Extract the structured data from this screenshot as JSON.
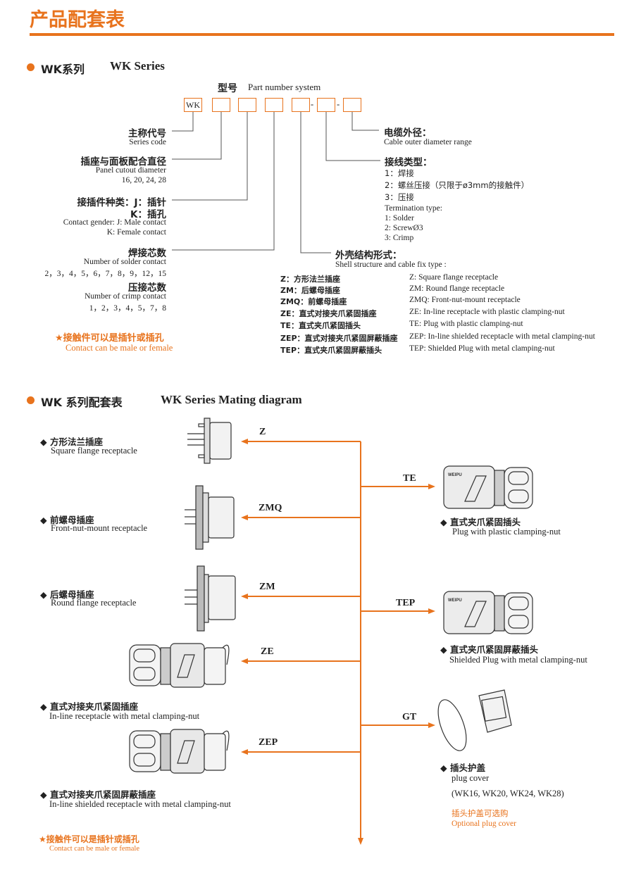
{
  "header": {
    "title": "产品配套表"
  },
  "part_section": {
    "title_zh": "WK系列",
    "title_en": "WK Series",
    "pn_title_zh": "型号",
    "pn_title_en": "Part number system",
    "box_first": "WK",
    "box_dashes": [
      "-",
      "-"
    ],
    "series_code": {
      "zh": "主称代号",
      "en": "Series code"
    },
    "panel_cutout": {
      "zh": "插座与面板配合直径",
      "en": "Panel cutout diameter",
      "values": "16, 20, 24, 28"
    },
    "gender": {
      "zh1": "接插件种类：J：插针",
      "zh2": "K：插孔",
      "en1": "Contact gender: J: Male contact",
      "en2": "K: Female contact"
    },
    "solder": {
      "zh": "焊接芯数",
      "en": "Number of solder contact",
      "values": "2，3，4，5，6，7，8，9，12，15"
    },
    "crimp": {
      "zh": "压接芯数",
      "en": "Number of crimp contact",
      "values": "1，2，3，4，5，7，8"
    },
    "note": {
      "zh": "★接触件可以是插针或插孔",
      "en": "Contact can be male or female"
    },
    "cable": {
      "zh": "电缆外径：",
      "en": "Cable outer diameter range"
    },
    "termination": {
      "zh": "接线类型：",
      "zh_items": [
        "1：焊接",
        "2：螺丝压接（只限于ø3mm的接触件）",
        "3：压接"
      ],
      "en_title": "Termination type:",
      "en_items": [
        "1: Solder",
        "2: ScrewØ3",
        "3: Crimp"
      ]
    },
    "shell": {
      "zh": "外壳结构形式：",
      "en": "Shell structure and  cable fix type :",
      "rows": [
        {
          "zh": "Z：方形法兰插座",
          "en": "Z: Square flange receptacle"
        },
        {
          "zh": "ZM：后螺母插座",
          "en": "ZM: Round flange receptacle"
        },
        {
          "zh": "ZMQ：前螺母插座",
          "en": "ZMQ: Front-nut-mount receptacle"
        },
        {
          "zh": "ZE：直式对接夹爪紧固插座",
          "en": "ZE: In-line receptacle with plastic clamping-nut"
        },
        {
          "zh": "TE：直式夹爪紧固插头",
          "en": "TE: Plug with plastic clamping-nut"
        },
        {
          "zh": "ZEP：直式对接夹爪紧固屏蔽插座",
          "en": "ZEP: In-line shielded receptacle with metal clamping-nut"
        },
        {
          "zh": "TEP：直式夹爪紧固屏蔽插头",
          "en": "TEP: Shielded Plug with metal clamping-nut"
        }
      ]
    }
  },
  "mating_section": {
    "title_zh": "WK 系列配套表",
    "title_en": "WK Series Mating diagram",
    "left_items": [
      {
        "zh": "◆ 方形法兰插座",
        "en": "Square flange receptacle",
        "code": "Z"
      },
      {
        "zh": "◆ 前螺母插座",
        "en": "Front-nut-mount receptacle",
        "code": "ZMQ"
      },
      {
        "zh": "◆ 后螺母插座",
        "en": "Round flange receptacle",
        "code": "ZM"
      },
      {
        "zh": "◆ 直式对接夹爪紧固插座",
        "en": "In-line receptacle with metal clamping-nut",
        "code": "ZE"
      },
      {
        "zh": "◆ 直式对接夹爪紧固屏蔽插座",
        "en": "In-line shielded receptacle with metal clamping-nut",
        "code": "ZEP"
      }
    ],
    "right_items": [
      {
        "zh": "◆ 直式夹爪紧固插头",
        "en": "Plug with plastic clamping-nut",
        "code": "TE"
      },
      {
        "zh": "◆ 直式夹爪紧固屏蔽插头",
        "en": "Shielded Plug with metal clamping-nut",
        "code": "TEP"
      },
      {
        "zh": "◆ 插头护盖",
        "en": "plug cover",
        "code": "GT"
      }
    ],
    "cover_models": "(WK16, WK20, WK24, WK28)",
    "optional": {
      "zh": "插头护盖可选购",
      "en": "Optional plug cover"
    },
    "note": {
      "zh": "★接触件可以是插针或插孔",
      "en": "Contact can be male or female"
    },
    "brand_mark": "WEIPU"
  },
  "colors": {
    "accent": "#e8731d",
    "text": "#222222"
  }
}
